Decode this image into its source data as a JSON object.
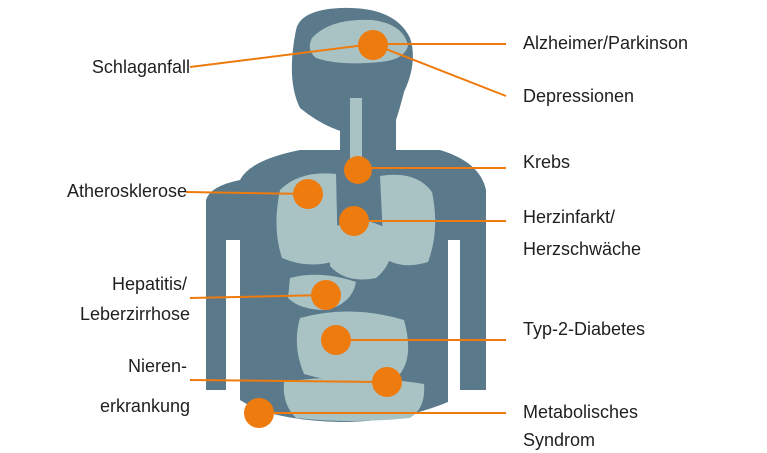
{
  "title": "",
  "colors": {
    "body_dark": "#5a7a8c",
    "organ_light": "#a9c3c5",
    "marker_orange": "#ee7b0e",
    "leader_line": "#ee7b0e",
    "text": "#1f1f1f"
  },
  "labels_left": {
    "schlaganfall": "Schlaganfall",
    "atherosklerose": "Atherosklerose",
    "hepatitis_1": "Hepatitis/",
    "hepatitis_2": "Leberzirrhose",
    "nieren_1": "Nieren-",
    "nieren_2": "erkrankung"
  },
  "labels_right": {
    "alzheimer": "Alzheimer/Parkinson",
    "depressionen": "Depressionen",
    "krebs": "Krebs",
    "herz_1": "Herzinfarkt/",
    "herz_2": "Herzschwäche",
    "diabetes": "Typ-2-Diabetes",
    "metabol_1": "Metabolisches",
    "metabol_2": "Syndrom"
  }
}
